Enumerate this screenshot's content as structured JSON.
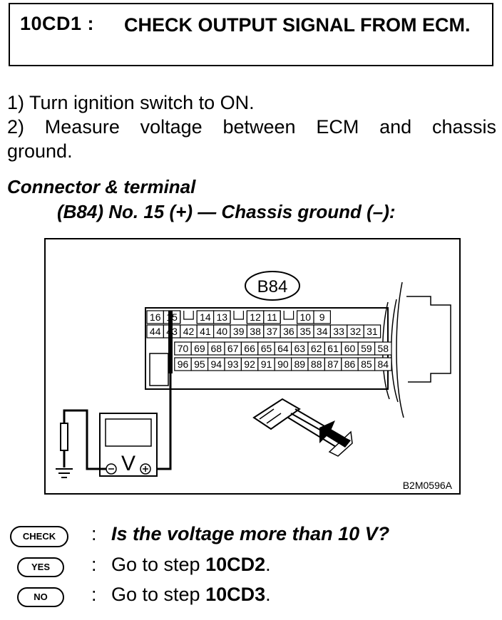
{
  "header": {
    "code": "10CD1 :",
    "title": "CHECK OUTPUT SIGNAL FROM ECM."
  },
  "steps": [
    "1) Turn ignition switch to ON.",
    "2) Measure voltage between ECM and chassis",
    "ground."
  ],
  "connector": {
    "heading": "Connector & terminal",
    "spec": "(B84) No. 15 (+) — Chassis ground (–):"
  },
  "figure": {
    "connector_label": "B84",
    "ref_code": "B2M0596A",
    "meter_symbol": "V",
    "row1": [
      "16",
      "15",
      "",
      "14",
      "13",
      "",
      "12",
      "11",
      "",
      "10",
      "9"
    ],
    "row2": [
      "44",
      "43",
      "42",
      "41",
      "40",
      "39",
      "38",
      "37",
      "36",
      "35",
      "34",
      "33",
      "32",
      "31"
    ],
    "row3": [
      "70",
      "69",
      "68",
      "67",
      "66",
      "65",
      "64",
      "63",
      "62",
      "61",
      "60",
      "59",
      "58"
    ],
    "row4": [
      "96",
      "95",
      "94",
      "93",
      "92",
      "91",
      "90",
      "89",
      "88",
      "87",
      "86",
      "85",
      "84"
    ]
  },
  "results": [
    {
      "badge": "CHECK",
      "sep": ":",
      "text": "Is the voltage more than 10 V?"
    },
    {
      "badge": "YES",
      "sep": ":",
      "text": "Go to step ",
      "target": "10CD2",
      "end": "."
    },
    {
      "badge": "NO",
      "sep": ":",
      "text": "Go to step ",
      "target": "10CD3",
      "end": "."
    }
  ]
}
